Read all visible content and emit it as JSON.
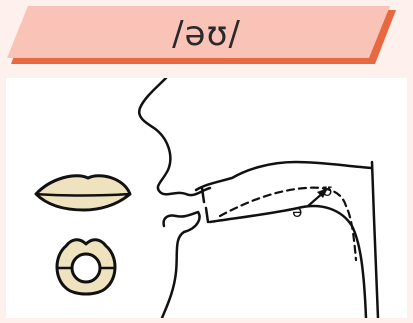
{
  "header": {
    "title": "/əʊ/"
  },
  "diagram": {
    "labels": {
      "start_vowel": "ə",
      "end_vowel": "ʊ"
    },
    "colors": {
      "banner_fill": "#f9c3b7",
      "banner_edge": "#e8683f",
      "panel_bg": "#fef0ec",
      "lip_fill": "#efe3bf",
      "stroke": "#111111"
    }
  }
}
